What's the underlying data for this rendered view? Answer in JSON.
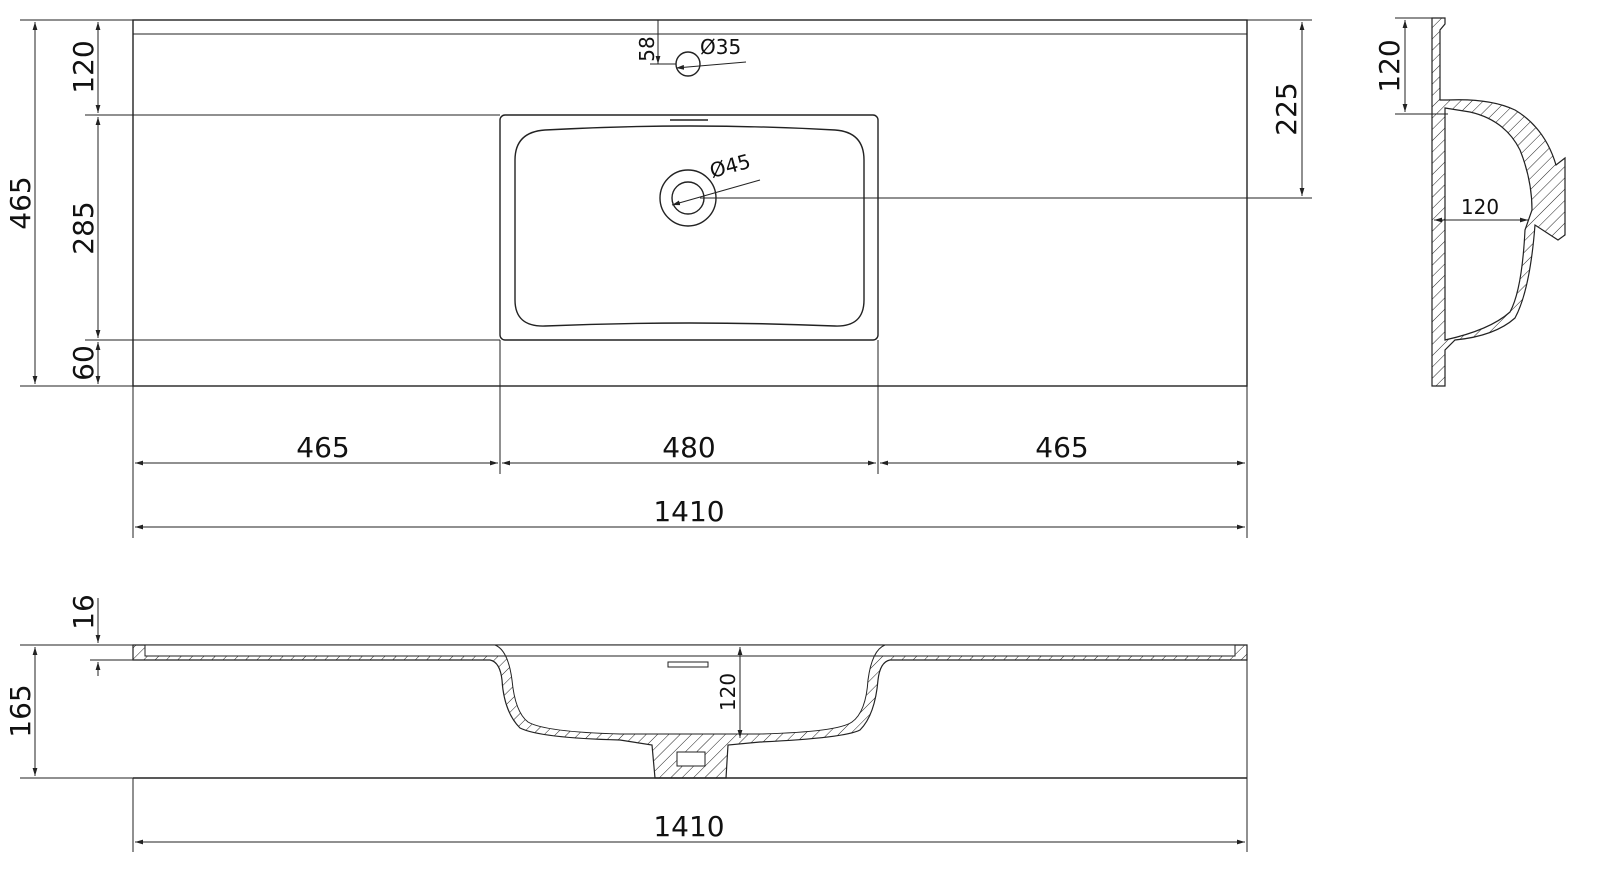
{
  "drawing": {
    "top_view": {
      "total_depth": "465",
      "back_to_basin": "120",
      "basin_depth": "285",
      "basin_to_front": "60",
      "tap_offset": "58",
      "tap_hole": "Ø35",
      "drain_hole": "Ø45",
      "back_to_drain": "225",
      "left_width": "465",
      "basin_width": "480",
      "right_width": "465",
      "total_width": "1410"
    },
    "side_section": {
      "back_to_basin": "120",
      "bowl_depth": "120"
    },
    "front_section": {
      "top_thickness": "16",
      "total_height": "165",
      "bowl_depth": "120",
      "total_width": "1410"
    }
  }
}
